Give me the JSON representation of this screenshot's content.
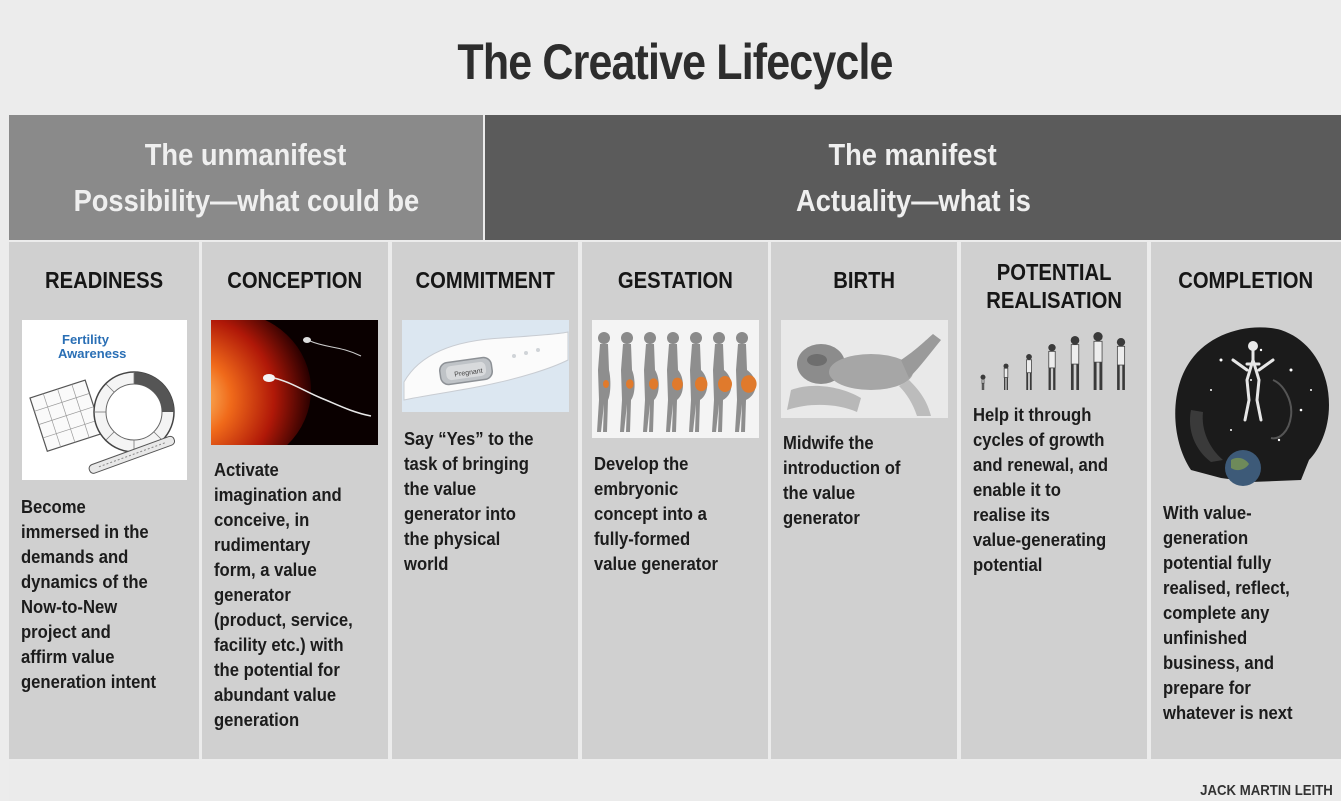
{
  "title": "The Creative Lifecycle",
  "bands": {
    "left": {
      "line1": "The unmanifest",
      "line2": "Possibility—what could be"
    },
    "right": {
      "line1": "The manifest",
      "line2": "Actuality—what is"
    }
  },
  "stages": [
    {
      "heading": "READINESS",
      "image_icon": "fertility-awareness-icon",
      "image_caption_line1": "Fertility",
      "image_caption_line2": "Awareness",
      "text": "Become\nimmersed in the\ndemands and\ndynamics of the\nNow-to-New\nproject and\naffirm value\ngeneration intent"
    },
    {
      "heading": "CONCEPTION",
      "image_icon": "sperm-egg-icon",
      "text": "Activate\nimagination and\nconceive, in\nrudimentary\nform, a value\ngenerator\n(product, service,\nfacility etc.) with\nthe potential for\nabundant value\ngeneration"
    },
    {
      "heading": "COMMITMENT",
      "image_icon": "pregnancy-test-icon",
      "image_caption_line1": "Pregnant",
      "text": "Say “Yes” to the\ntask of bringing\nthe value\ngenerator into\nthe physical\nworld"
    },
    {
      "heading": "GESTATION",
      "image_icon": "pregnancy-stages-icon",
      "text": "Develop the\nembryonic\nconcept into a\nfully-formed\nvalue generator"
    },
    {
      "heading": "BIRTH",
      "image_icon": "newborn-icon",
      "text": "Midwife the\nintroduction of\nthe value\ngenerator"
    },
    {
      "heading": "POTENTIAL\nREALISATION",
      "image_icon": "human-growth-icon",
      "text": "Help it through\ncycles of growth\nand renewal, and\nenable it to\nrealise its\nvalue-generating\npotential"
    },
    {
      "heading": "COMPLETION",
      "image_icon": "cosmic-head-icon",
      "text": "With value-\ngeneration\npotential fully\nrealised, reflect,\ncomplete any\nunfinished\nbusiness, and\nprepare for\nwhatever is next"
    }
  ],
  "credit": "JACK MARTIN LEITH",
  "colors": {
    "title_bg": "#ececec",
    "unmanifest_band": "#8a8a8a",
    "manifest_band": "#5b5b5b",
    "column_bg": "#d0d0d0",
    "text": "#1c1c1c"
  }
}
